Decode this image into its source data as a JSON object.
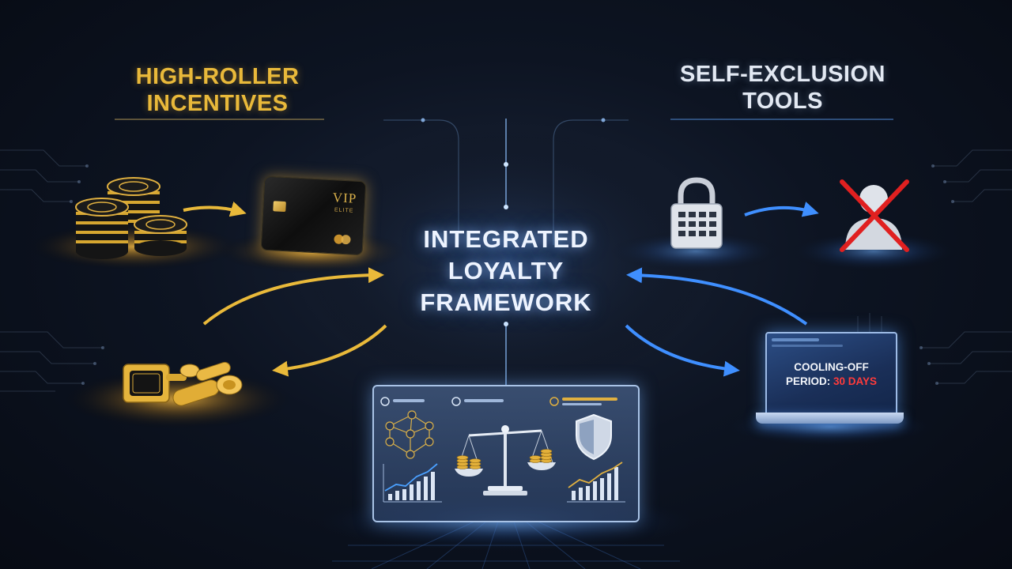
{
  "left_heading": {
    "line1": "HIGH-ROLLER",
    "line2": "INCENTIVES"
  },
  "right_heading": {
    "line1": "SELF-EXCLUSION",
    "line2": "TOOLS"
  },
  "center": {
    "line1": "INTEGRATED",
    "line2": "LOYALTY",
    "line3": "FRAMEWORK"
  },
  "vip_card": {
    "title": "VIP",
    "subtitle": "ELITE"
  },
  "laptop": {
    "line1": "COOLING-OFF",
    "line2_prefix": "PERIOD: ",
    "line2_value": "30 DAYS"
  },
  "colors": {
    "gold": "#e9b93a",
    "blue": "#3f8fff",
    "red": "#e02020",
    "background": "#0b1120"
  },
  "icons": [
    "casino-chips-icon",
    "vip-card-icon",
    "cufflinks-icon",
    "lock-icon",
    "excluded-user-icon",
    "laptop-icon",
    "network-icon",
    "balance-scale-icon",
    "shield-icon",
    "growth-chart-icon"
  ]
}
